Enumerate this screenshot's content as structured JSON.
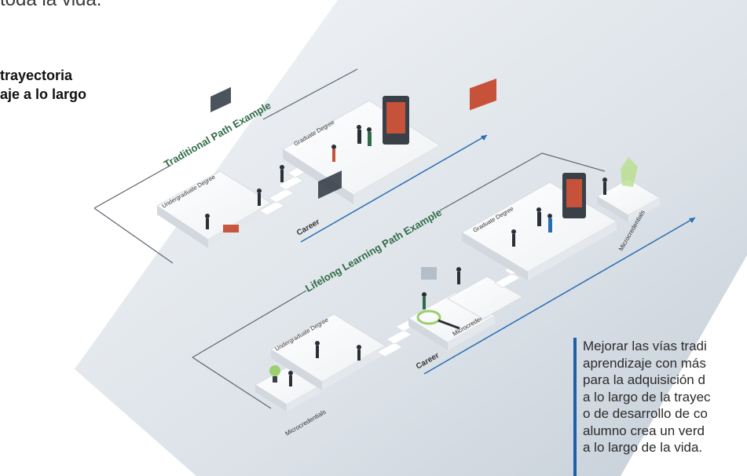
{
  "intro": {
    "top_text": "toda la vida.",
    "heading_lines": [
      "trayectoria",
      "aje a lo largo"
    ]
  },
  "diagram": {
    "traditional": {
      "title": "Traditional Path Example",
      "undergraduate": "Undergraduate Degree",
      "graduate": "Graduate Degree",
      "career": "Career"
    },
    "lifelong": {
      "title": "Lifelong Learning Path Example",
      "undergraduate": "Undergraduate Degree",
      "graduate": "Graduate Degree",
      "career": "Career",
      "micro_1": "Microcredentials",
      "micro_2": "Microcredentials",
      "micro_3": "Microcredentials"
    }
  },
  "callout": {
    "lines": [
      "Mejorar las vías tradi",
      "aprendizaje con más",
      "para la adquisición d",
      "a lo largo de la trayec",
      "o de desarrollo de co",
      "alumno crea un verd",
      "a lo largo de la vida."
    ]
  },
  "colors": {
    "panel_gradient_light": "#f2f4f6",
    "panel_gradient_dark": "#c9d2dc",
    "accent_green": "#2f6b46",
    "arrow_blue": "#2a6db0",
    "callout_bar": "#1f5fa8"
  }
}
